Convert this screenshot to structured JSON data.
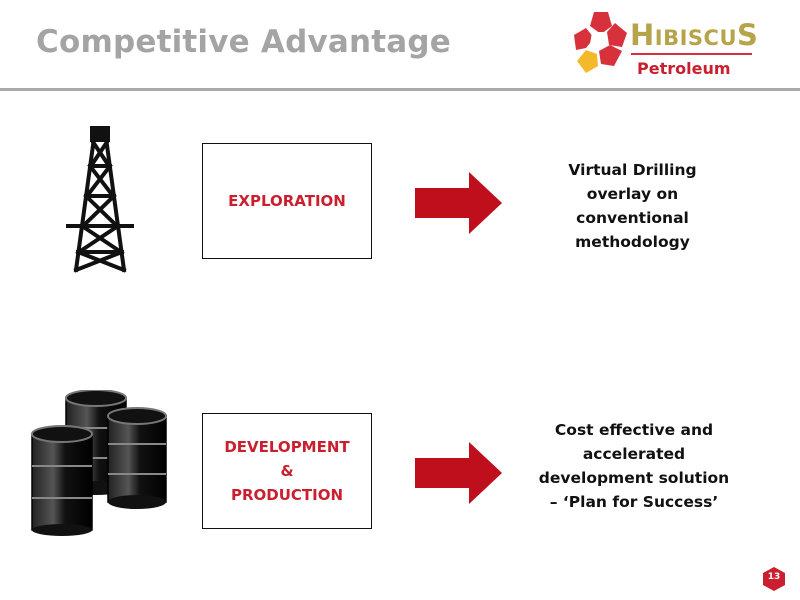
{
  "slide": {
    "title": "Competitive Advantage",
    "page_number": "13"
  },
  "logo": {
    "name_first_letter": "H",
    "name_middle": "IBISCU",
    "name_last_letter": "S",
    "subtitle": "Petroleum",
    "brand_gold": "#b7a34a",
    "brand_red": "#c91f2e",
    "brand_yellow": "#f4b92b"
  },
  "rows": [
    {
      "icon": "oil-derrick-icon",
      "box_lines": [
        "EXPLORATION"
      ],
      "description": "Virtual Drilling overlay on conventional methodology"
    },
    {
      "icon": "oil-barrels-icon",
      "box_lines": [
        "DEVELOPMENT",
        "&",
        "PRODUCTION"
      ],
      "description": "Cost effective and accelerated development solution – ‘Plan for Success’"
    }
  ],
  "colors": {
    "title_gray": "#a4a4a4",
    "accent_red": "#c91f2e",
    "arrow_red": "#c00f1c",
    "rule_gray": "#a9a9a9"
  }
}
